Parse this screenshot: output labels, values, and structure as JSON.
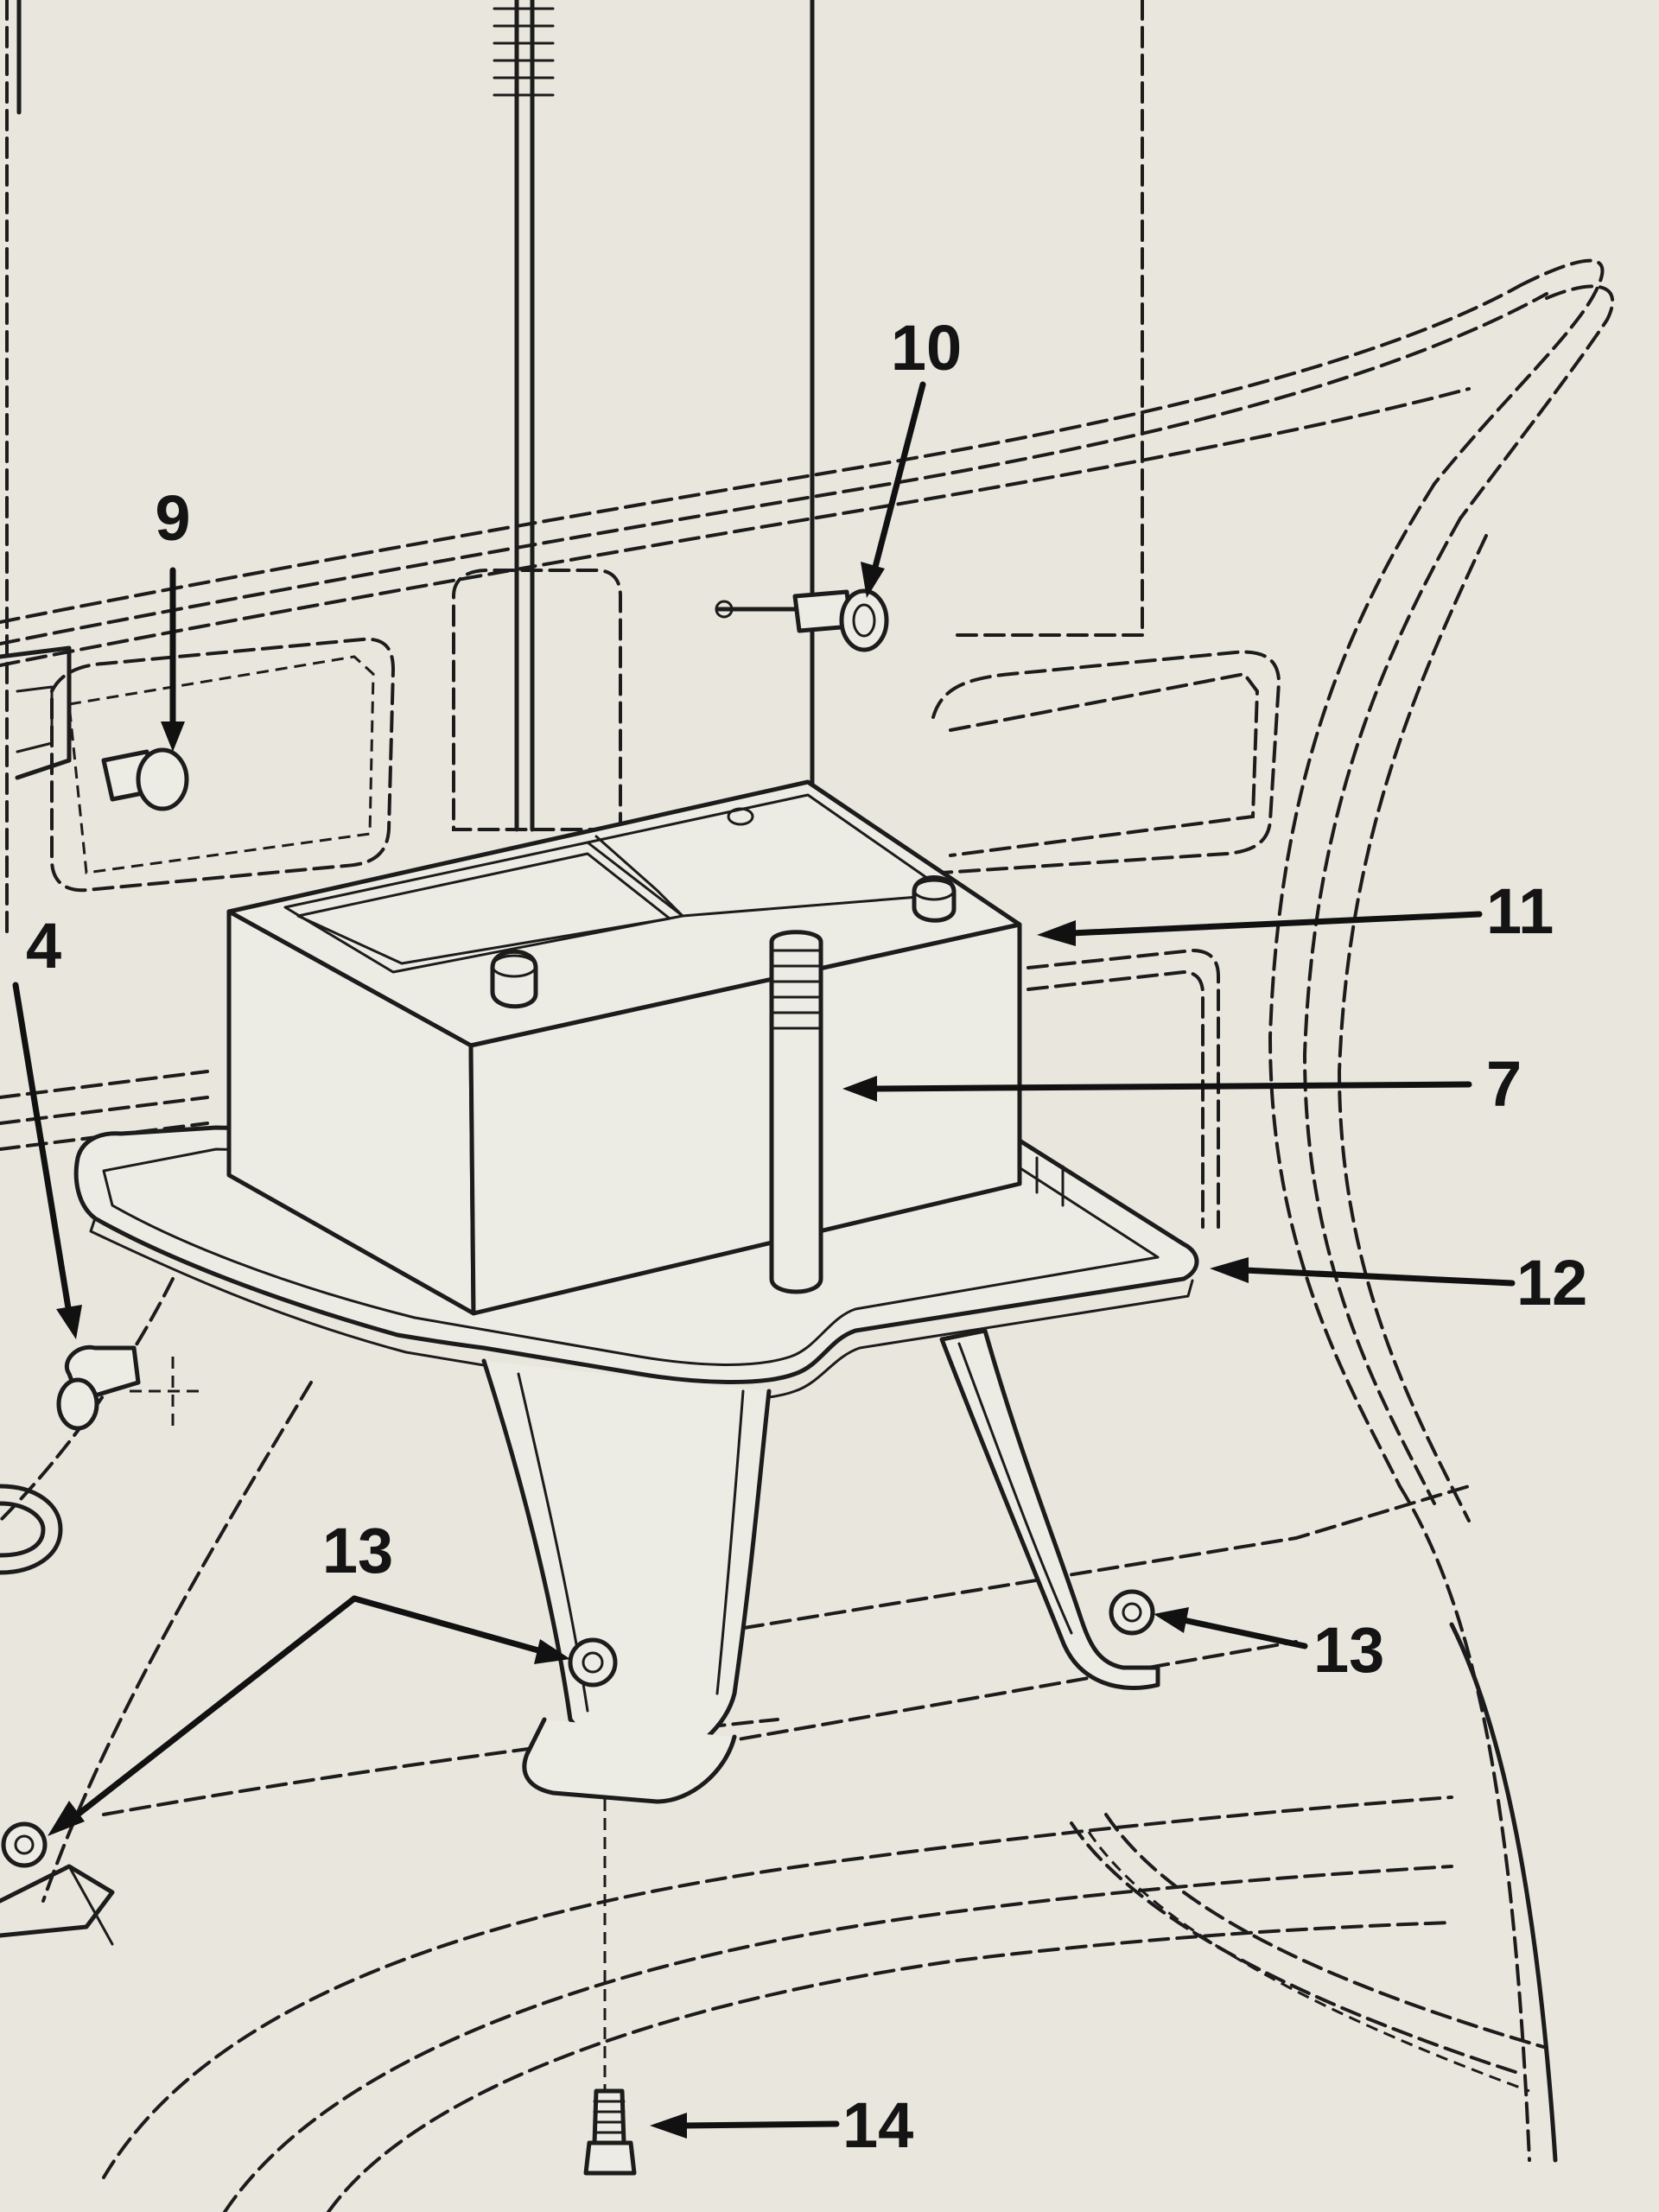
{
  "callouts": {
    "c9": "9",
    "c10": "10",
    "c11": "11",
    "c7": "7",
    "c12": "12",
    "c13_left": "13",
    "c13_right": "13",
    "c14": "14",
    "c4_partial": "4"
  }
}
